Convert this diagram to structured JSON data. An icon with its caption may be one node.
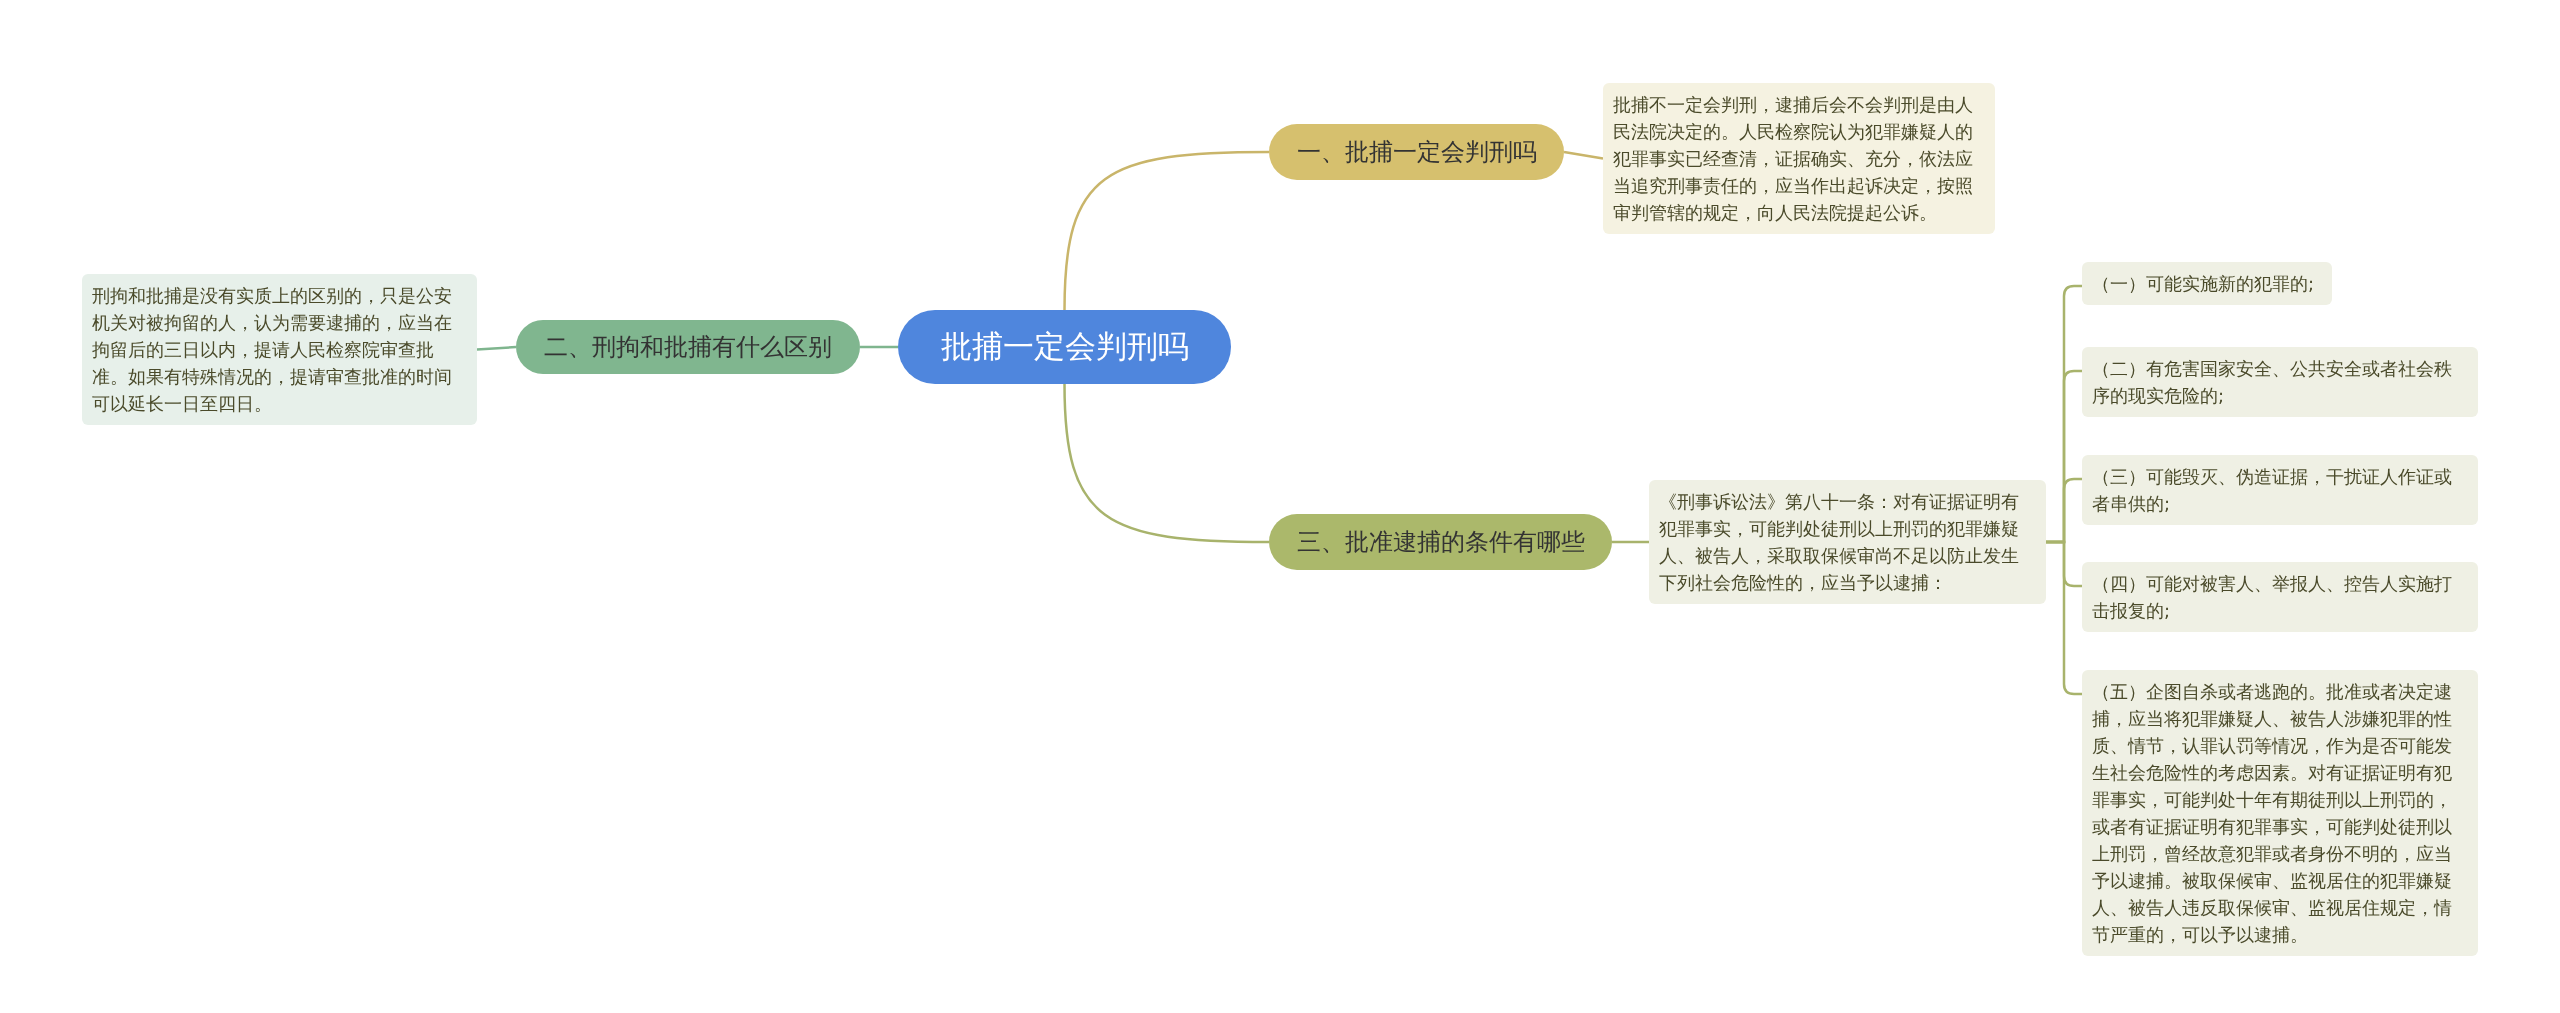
{
  "diagram": {
    "nodes": [
      {
        "text": [
          "批捕一定会判刑吗"
        ]
      },
      {
        "text": [
          "一、批捕一定会判刑吗"
        ]
      },
      {
        "text": [
          "批捕不一定会判刑，逮捕后会不会判刑是由人民法院决定的。人民检察院认为犯罪嫌疑人的犯罪事实已经查清，证据确实、充分，依法应当追究刑事责任的，应当作出起诉决定，按照审判管辖的规定，向人民法院提起公诉。"
        ]
      },
      {
        "text": [
          "二、刑拘和批捕有什么区别"
        ]
      },
      {
        "text": [
          "刑拘和批捕是没有实质上的区别的，只是公安机关对被拘留的人，认为需要逮捕的，应当在拘留后的三日以内，提请人民检察院审查批准。如果有特殊情况的，提请审查批准的时间可以延长一日至四日。"
        ]
      },
      {
        "text": [
          "三、批准逮捕的条件有哪些"
        ]
      },
      {
        "text": [
          "《刑事诉讼法》第八十一条：对有证据证明有犯罪事实，可能判处徒刑以上刑罚的犯罪嫌疑人、被告人，采取取保候审尚不足以防止发生下列社会危险性的，应当予以逮捕："
        ]
      },
      {
        "text": [
          "（一）可能实施新的犯罪的;"
        ]
      },
      {
        "text": [
          "（二）有危害国家安全、公共安全或者社会秩序的现实危险的;"
        ]
      },
      {
        "text": [
          "（三）可能毁灭、伪造证据，干扰证人作证或者串供的;"
        ]
      },
      {
        "text": [
          "（四）可能对被害人、举报人、控告人实施打击报复的;"
        ]
      },
      {
        "text": [
          "（五）企图自杀或者逃跑的。批准或者决定逮捕，应当将犯罪嫌疑人、被告人涉嫌犯罪的性质、情节，认罪认罚等情况，作为是否可能发生社会危险性的考虑因素。对有证据证明有犯罪事实，可能判处十年有期徒刑以上刑罚的，或者有证据证明有犯罪事实，可能判处徒刑以上刑罚，曾经故意犯罪或者身份不明的，应当予以逮捕。被取保候审、监视居住的犯罪嫌疑人、被告人违反取保候审、监视居住规定，情节严重的，可以予以逮捕。"
        ]
      }
    ],
    "edges": [
      {
        "from": 0,
        "to": 1,
        "arrow": "none",
        "color": "#c9b56a"
      },
      {
        "from": 1,
        "to": 2,
        "arrow": "none",
        "color": "#c9b56a"
      },
      {
        "from": 0,
        "to": 3,
        "arrow": "none",
        "color": "#7fb58e"
      },
      {
        "from": 3,
        "to": 4,
        "arrow": "none",
        "color": "#7fb58e"
      },
      {
        "from": 0,
        "to": 5,
        "arrow": "none"
      },
      {
        "from": 5,
        "to": 6,
        "arrow": "none"
      },
      {
        "from": 6,
        "to": 7,
        "arrow": "none"
      },
      {
        "from": 6,
        "to": 8,
        "arrow": "none"
      },
      {
        "from": 6,
        "to": 9,
        "arrow": "none"
      },
      {
        "from": 6,
        "to": 10,
        "arrow": "none"
      },
      {
        "from": 6,
        "to": 11,
        "arrow": "none"
      }
    ]
  }
}
